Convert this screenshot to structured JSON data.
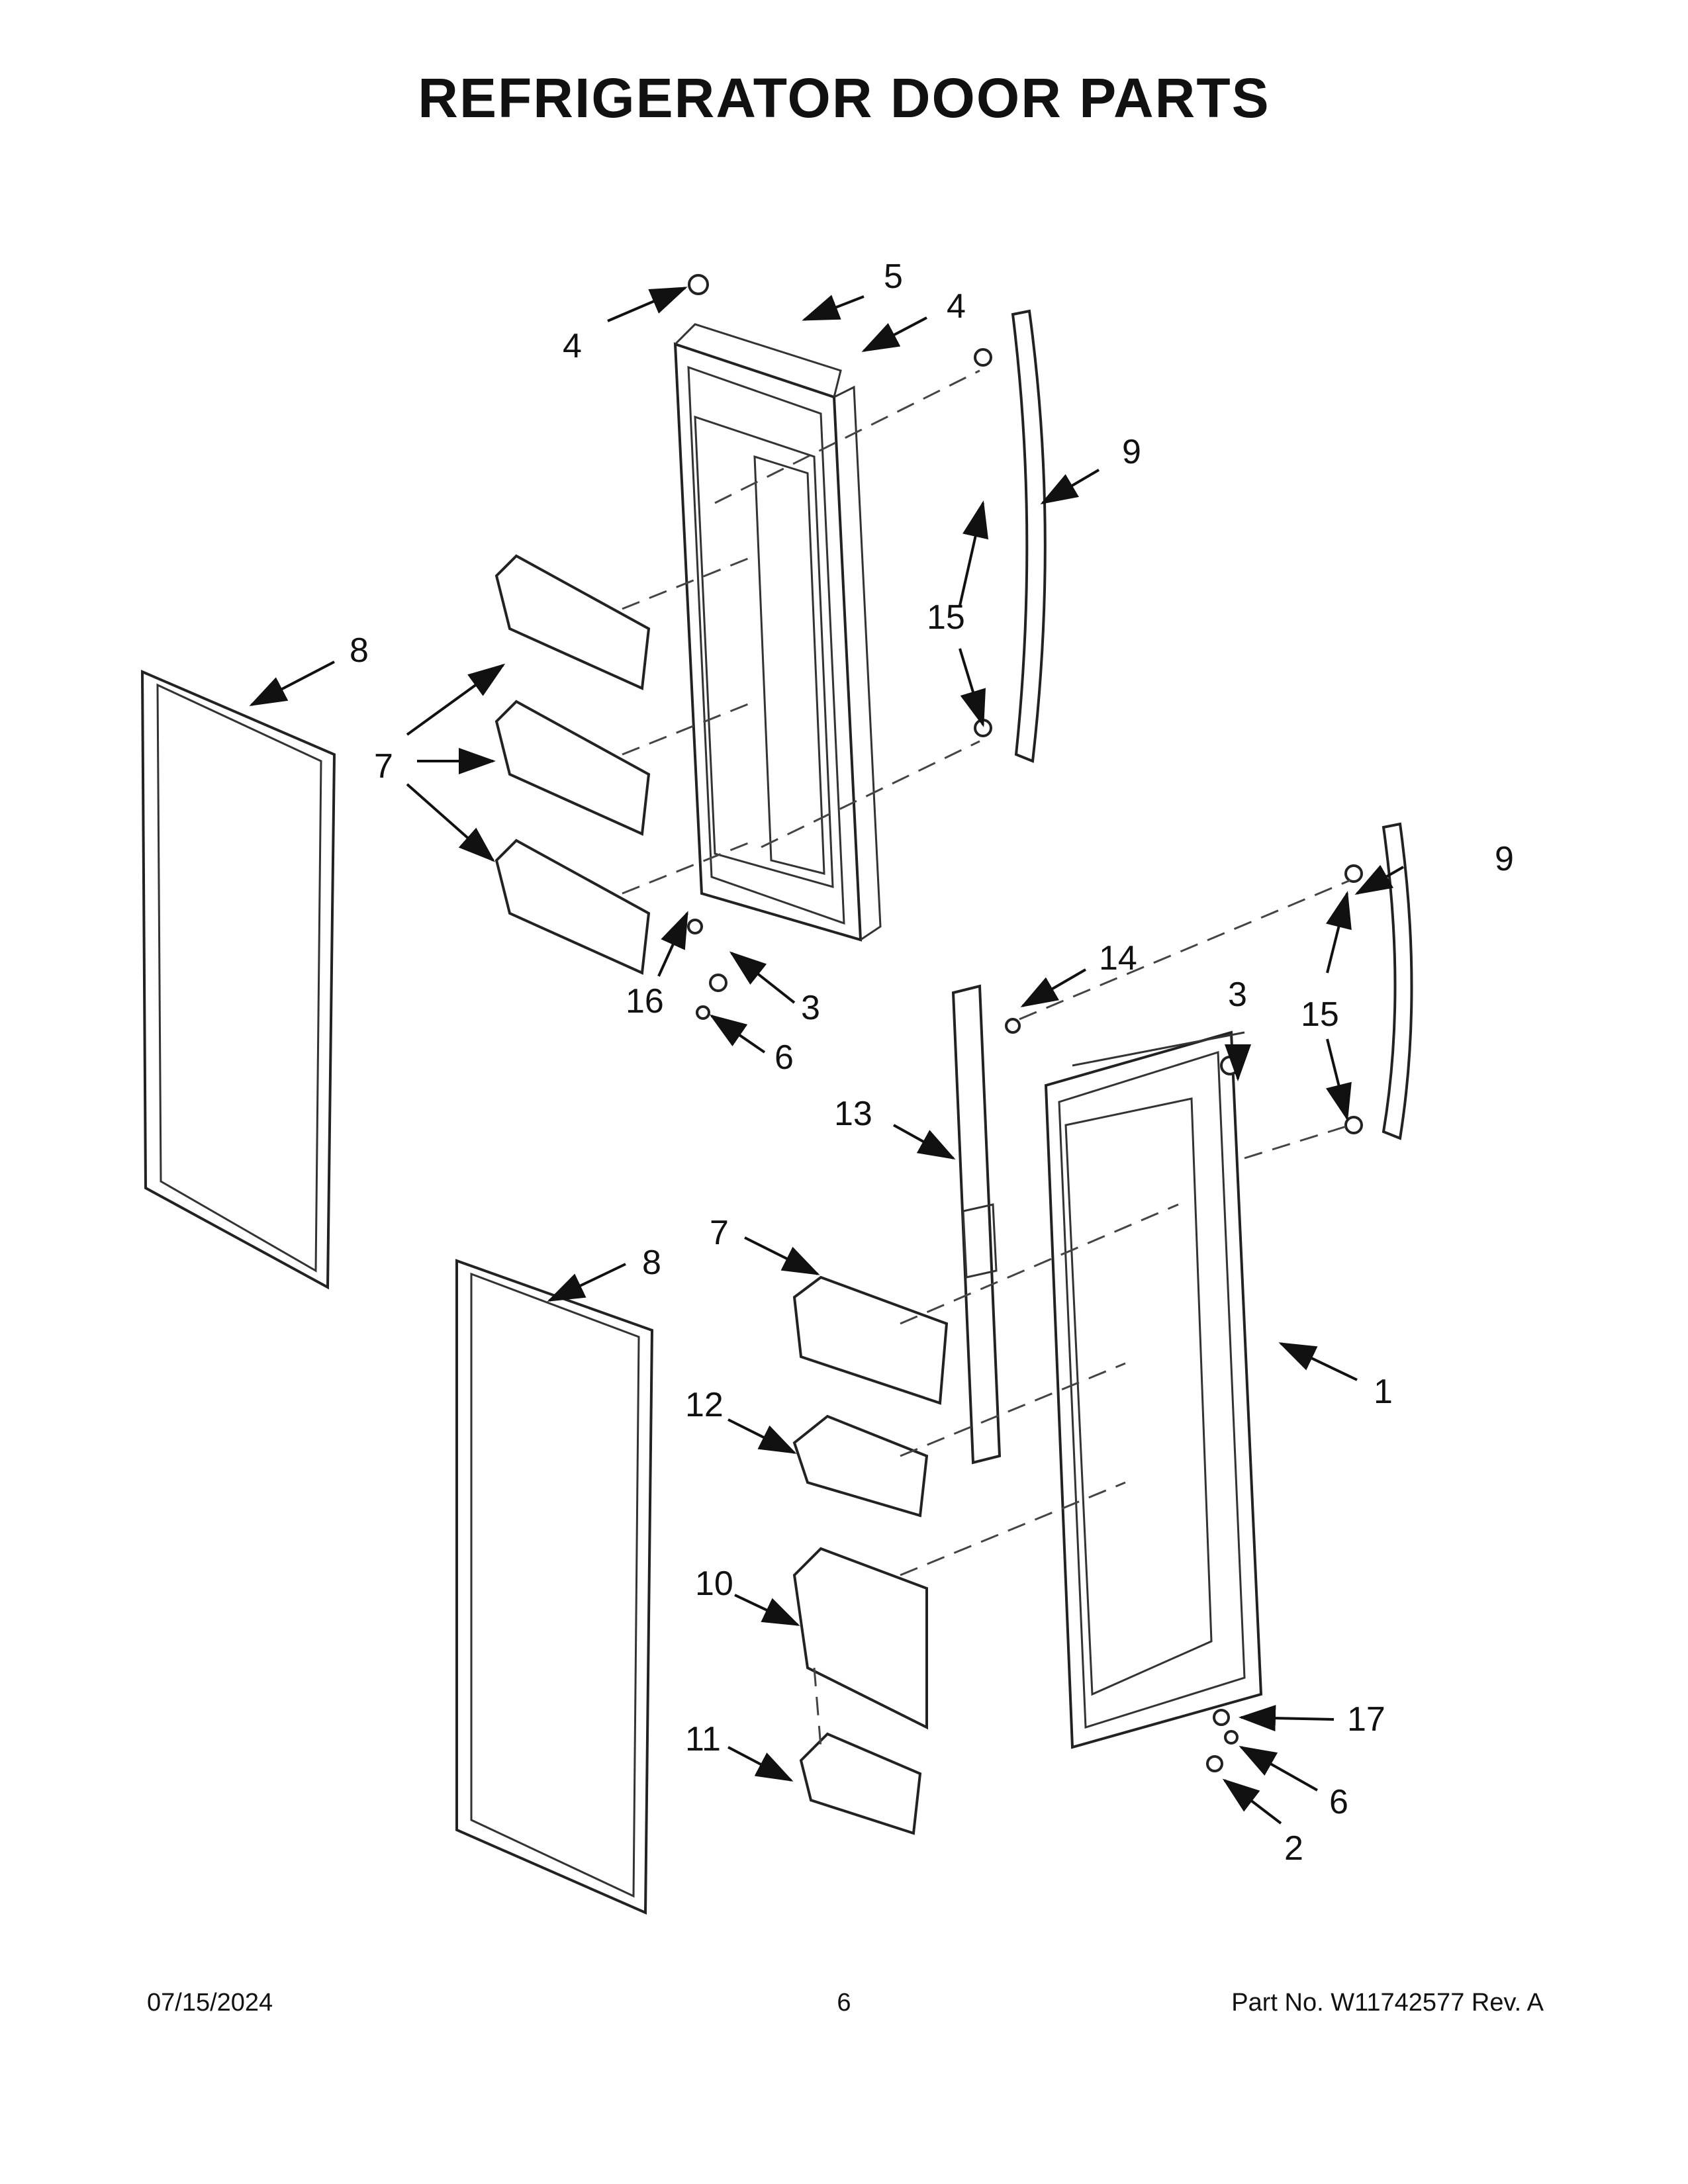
{
  "title": "REFRIGERATOR DOOR PARTS",
  "footer": {
    "date": "07/15/2024",
    "page": "6",
    "part_no": "Part No.  W11742577  Rev.  A"
  },
  "callouts": [
    "1",
    "2",
    "3",
    "3",
    "4",
    "4",
    "5",
    "6",
    "6",
    "7",
    "7",
    "8",
    "8",
    "9",
    "9",
    "10",
    "11",
    "12",
    "13",
    "14",
    "15",
    "15",
    "16",
    "17"
  ]
}
